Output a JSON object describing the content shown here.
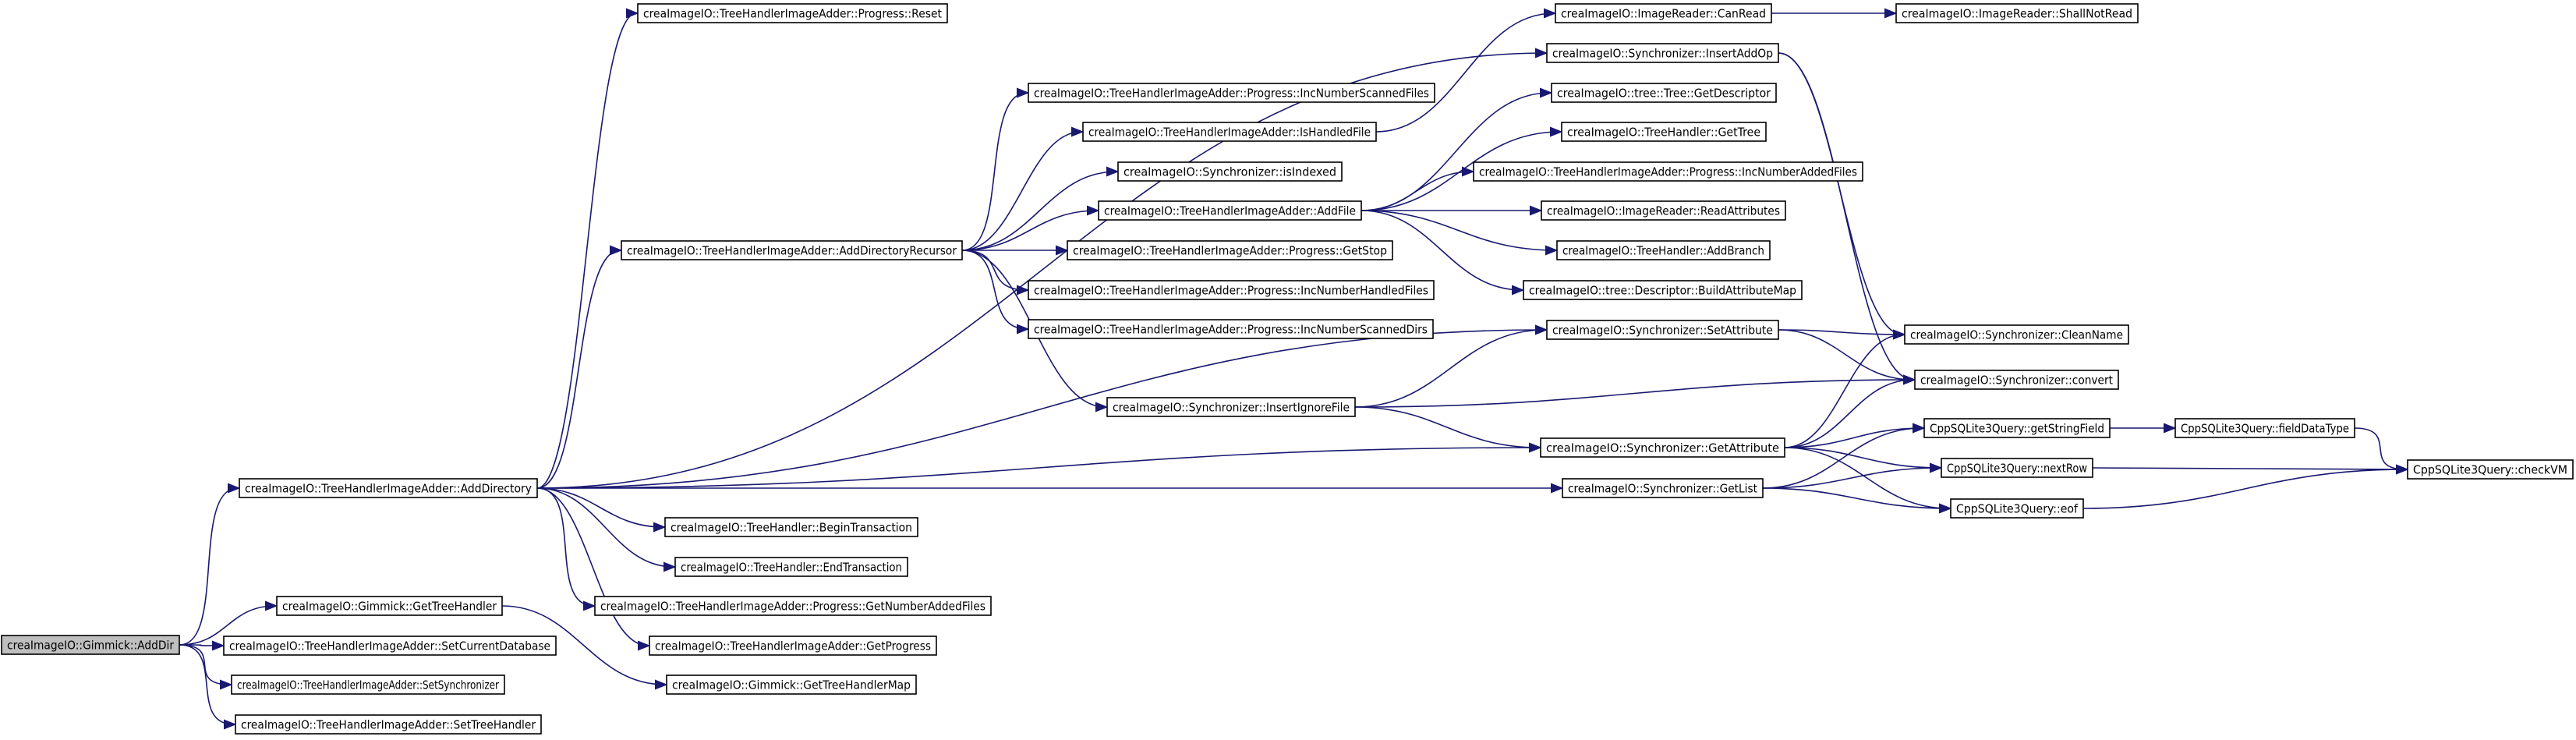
{
  "nodes": [
    {
      "id": "n0",
      "label": "creaImageIO::Gimmick::AddDir",
      "root": true
    },
    {
      "id": "n1",
      "label": "creaImageIO::TreeHandlerImageAdder::AddDirectory"
    },
    {
      "id": "n2",
      "label": "creaImageIO::TreeHandlerImageAdder::AddDirectoryRecursor"
    },
    {
      "id": "n3",
      "label": "creaImageIO::TreeHandlerImageAdder::AddFile"
    },
    {
      "id": "n4",
      "label": "creaImageIO::TreeHandlerImageAdder::Progress::Reset"
    },
    {
      "id": "n5",
      "label": "creaImageIO::ImageReader::CanRead"
    },
    {
      "id": "n6",
      "label": "creaImageIO::ImageReader::ShallNotRead"
    },
    {
      "id": "n7",
      "label": "creaImageIO::Synchronizer::InsertAddOp"
    },
    {
      "id": "n8",
      "label": "creaImageIO::TreeHandlerImageAdder::Progress::IncNumberScannedFiles"
    },
    {
      "id": "n9",
      "label": "creaImageIO::tree::Tree::GetDescriptor"
    },
    {
      "id": "n10",
      "label": "creaImageIO::TreeHandlerImageAdder::IsHandledFile"
    },
    {
      "id": "n11",
      "label": "creaImageIO::TreeHandler::GetTree"
    },
    {
      "id": "n12",
      "label": "creaImageIO::Synchronizer::isIndexed"
    },
    {
      "id": "n13",
      "label": "creaImageIO::TreeHandlerImageAdder::Progress::IncNumberAddedFiles"
    },
    {
      "id": "n14",
      "label": "creaImageIO::ImageReader::ReadAttributes"
    },
    {
      "id": "n15",
      "label": "creaImageIO::TreeHandlerImageAdder::Progress::GetStop"
    },
    {
      "id": "n16",
      "label": "creaImageIO::TreeHandler::AddBranch"
    },
    {
      "id": "n17",
      "label": "creaImageIO::TreeHandlerImageAdder::Progress::IncNumberHandledFiles"
    },
    {
      "id": "n18",
      "label": "creaImageIO::tree::Descriptor::BuildAttributeMap"
    },
    {
      "id": "n19",
      "label": "creaImageIO::TreeHandlerImageAdder::Progress::IncNumberScannedDirs"
    },
    {
      "id": "n20",
      "label": "creaImageIO::Synchronizer::SetAttribute"
    },
    {
      "id": "n21",
      "label": "creaImageIO::Synchronizer::CleanName"
    },
    {
      "id": "n22",
      "label": "creaImageIO::Synchronizer::convert"
    },
    {
      "id": "n23",
      "label": "creaImageIO::Synchronizer::InsertIgnoreFile"
    },
    {
      "id": "n24",
      "label": "creaImageIO::Synchronizer::GetAttribute"
    },
    {
      "id": "n25",
      "label": "CppSQLite3Query::getStringField"
    },
    {
      "id": "n26",
      "label": "CppSQLite3Query::fieldDataType"
    },
    {
      "id": "n27",
      "label": "CppSQLite3Query::nextRow"
    },
    {
      "id": "n28",
      "label": "CppSQLite3Query::checkVM"
    },
    {
      "id": "n29",
      "label": "creaImageIO::Synchronizer::GetList"
    },
    {
      "id": "n30",
      "label": "CppSQLite3Query::eof"
    },
    {
      "id": "n31",
      "label": "creaImageIO::TreeHandler::BeginTransaction"
    },
    {
      "id": "n32",
      "label": "creaImageIO::TreeHandler::EndTransaction"
    },
    {
      "id": "n33",
      "label": "creaImageIO::TreeHandlerImageAdder::Progress::GetNumberAddedFiles"
    },
    {
      "id": "n34",
      "label": "creaImageIO::TreeHandlerImageAdder::GetProgress"
    },
    {
      "id": "n35",
      "label": "creaImageIO::Gimmick::GetTreeHandler"
    },
    {
      "id": "n36",
      "label": "creaImageIO::Gimmick::GetTreeHandlerMap"
    },
    {
      "id": "n37",
      "label": "creaImageIO::TreeHandlerImageAdder::SetCurrentDatabase"
    },
    {
      "id": "n38",
      "label": "creaImageIO::TreeHandlerImageAdder::SetSynchronizer"
    },
    {
      "id": "n39",
      "label": "creaImageIO::TreeHandlerImageAdder::SetTreeHandler"
    }
  ],
  "edges": [
    [
      "n0",
      "n1"
    ],
    [
      "n0",
      "n35"
    ],
    [
      "n0",
      "n37"
    ],
    [
      "n0",
      "n38"
    ],
    [
      "n0",
      "n39"
    ],
    [
      "n1",
      "n4"
    ],
    [
      "n1",
      "n7"
    ],
    [
      "n1",
      "n2"
    ],
    [
      "n1",
      "n20"
    ],
    [
      "n1",
      "n24"
    ],
    [
      "n1",
      "n29"
    ],
    [
      "n1",
      "n31"
    ],
    [
      "n1",
      "n32"
    ],
    [
      "n1",
      "n33"
    ],
    [
      "n1",
      "n34"
    ],
    [
      "n2",
      "n8"
    ],
    [
      "n2",
      "n10"
    ],
    [
      "n2",
      "n12"
    ],
    [
      "n2",
      "n3"
    ],
    [
      "n2",
      "n15"
    ],
    [
      "n2",
      "n17"
    ],
    [
      "n2",
      "n19"
    ],
    [
      "n2",
      "n23"
    ],
    [
      "n3",
      "n9"
    ],
    [
      "n3",
      "n11"
    ],
    [
      "n3",
      "n13"
    ],
    [
      "n3",
      "n14"
    ],
    [
      "n3",
      "n16"
    ],
    [
      "n3",
      "n18"
    ],
    [
      "n10",
      "n5"
    ],
    [
      "n5",
      "n6"
    ],
    [
      "n7",
      "n21"
    ],
    [
      "n7",
      "n22"
    ],
    [
      "n20",
      "n21"
    ],
    [
      "n20",
      "n22"
    ],
    [
      "n23",
      "n20"
    ],
    [
      "n23",
      "n22"
    ],
    [
      "n23",
      "n24"
    ],
    [
      "n24",
      "n21"
    ],
    [
      "n24",
      "n22"
    ],
    [
      "n24",
      "n25"
    ],
    [
      "n24",
      "n27"
    ],
    [
      "n24",
      "n30"
    ],
    [
      "n29",
      "n25"
    ],
    [
      "n29",
      "n27"
    ],
    [
      "n29",
      "n30"
    ],
    [
      "n25",
      "n26"
    ],
    [
      "n26",
      "n28"
    ],
    [
      "n27",
      "n28"
    ],
    [
      "n30",
      "n28"
    ],
    [
      "n35",
      "n36"
    ]
  ]
}
